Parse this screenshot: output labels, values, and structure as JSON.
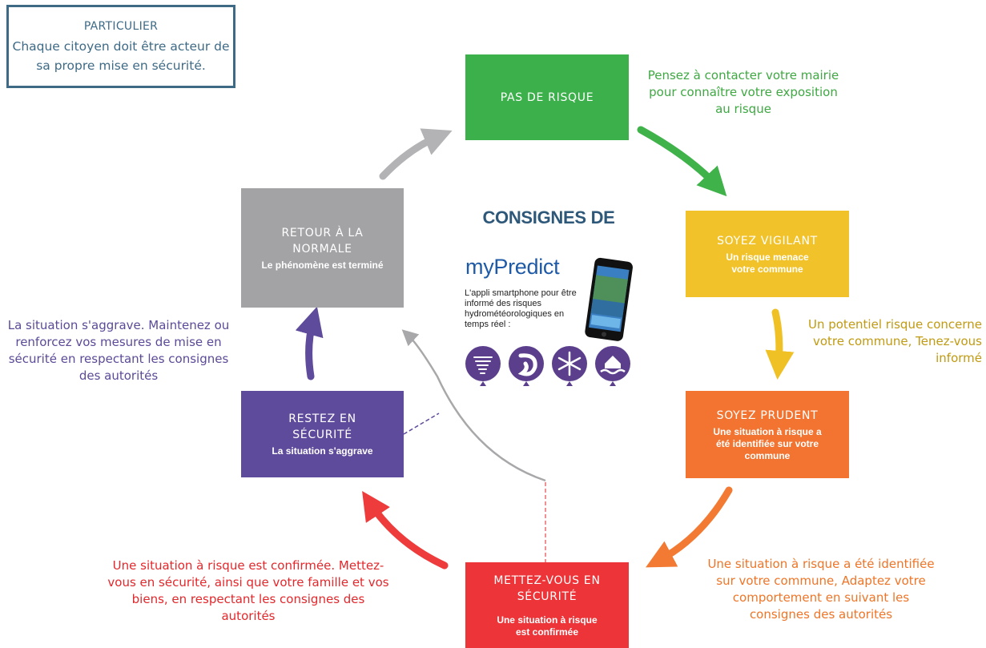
{
  "intro": {
    "heading": "PARTICULIER",
    "text": "Chaque citoyen doit être acteur de sa propre mise en sécurité."
  },
  "center": {
    "title": "CONSIGNES DE",
    "brand": "myPredict",
    "tagline": "L'appli smartphone pour être informé des risques hydrométéorologiques en temps réel :",
    "icons": [
      "tornado-icon",
      "storm-icon",
      "snowflake-icon",
      "flood-icon"
    ]
  },
  "steps": {
    "green": {
      "title": "PAS DE RISQUE",
      "subtitle": "",
      "color": "#3cb04a",
      "note": "Pensez à contacter votre mairie pour connaître votre exposition au risque"
    },
    "yellow": {
      "title": "SOYEZ VIGILANT",
      "subtitle": "Un risque menace votre commune",
      "color": "#f2c22a",
      "note": "Un potentiel risque concerne votre commune, Tenez-vous informé"
    },
    "orange": {
      "title": "SOYEZ PRUDENT",
      "subtitle": "Une situation à risque a été identifiée sur votre commune",
      "color": "#f27430",
      "note": "Une situation à risque a été identifiée sur votre commune, Adaptez votre comportement en suivant les consignes des autorités"
    },
    "red": {
      "title": "METTEZ-VOUS EN SÉCURITÉ",
      "subtitle": "Une situation à risque est confirmée",
      "color": "#ed3438",
      "note": "Une situation à risque est confirmée. Mettez-vous en sécurité, ainsi que votre famille et vos biens, en respectant les consignes des autorités"
    },
    "purple": {
      "title": "RESTEZ EN SÉCURITÉ",
      "subtitle": "La situation s'aggrave",
      "color": "#5f4b9b",
      "note": "La situation s'aggrave. Maintenez ou renforcez vos mesures de mise en sécurité en respectant les consignes des autorités"
    },
    "gray": {
      "title": "RETOUR À LA NORMALE",
      "subtitle": "Le phénomène est terminé",
      "color": "#a3a3a6"
    }
  }
}
